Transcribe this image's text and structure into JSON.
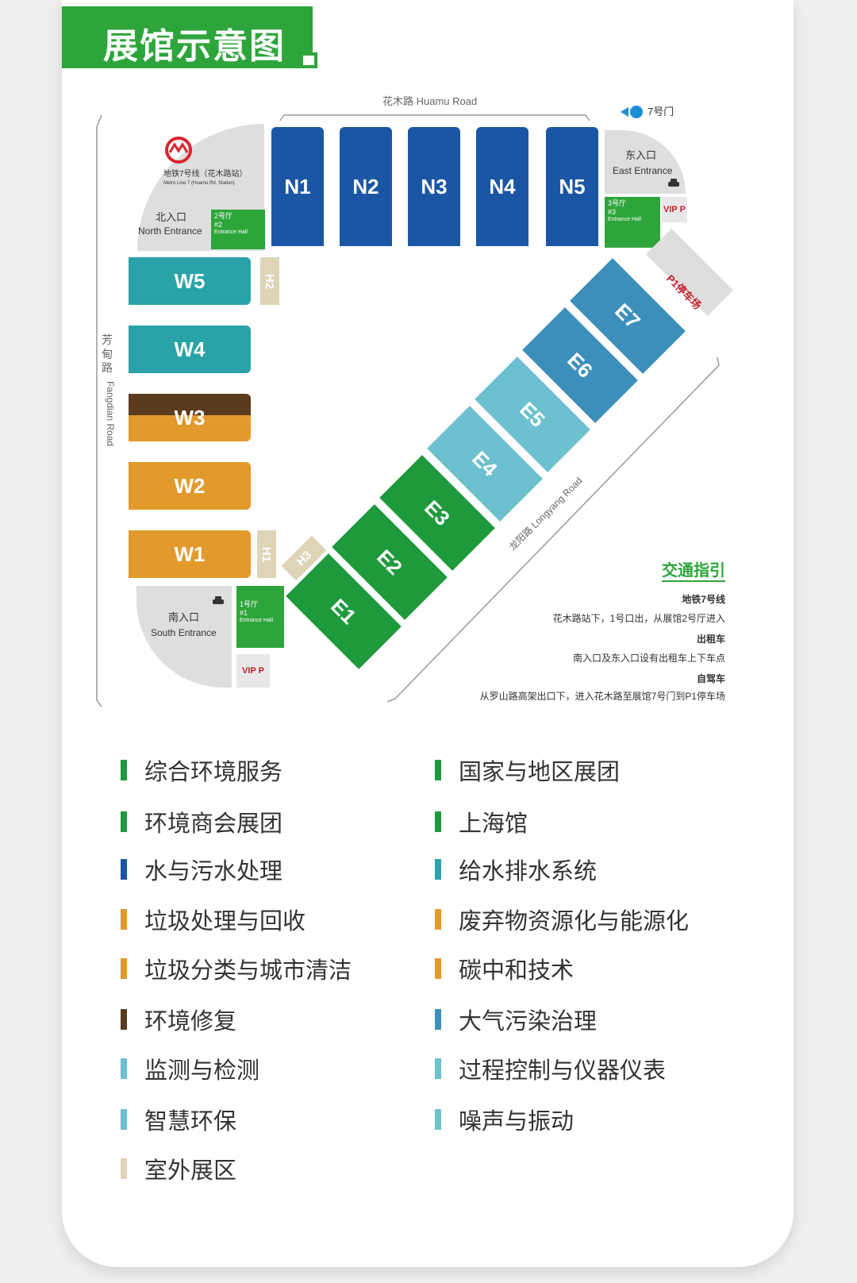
{
  "title": "展馆示意图",
  "roads": {
    "north": "花木路  Huamu Road",
    "west": "芳甸路",
    "west_en": "Fangdian Road",
    "southeast": "龙阳路  Longyang Road"
  },
  "gate7": "7号门",
  "metro": {
    "label": "地铁7号线（花木路站）",
    "sub": "Metro Line 7 (Huamu Rd. Station)"
  },
  "entrances": {
    "north": {
      "zh": "北入口",
      "en": "North Entrance"
    },
    "east": {
      "zh": "东入口",
      "en": "East Entrance"
    },
    "south": {
      "zh": "南入口",
      "en": "South Entrance"
    }
  },
  "entrance_halls": {
    "h1": {
      "zh": "1号厅",
      "num": "#1",
      "en": "Entrance Hall"
    },
    "h2": {
      "zh": "2号厅",
      "num": "#2",
      "en": "Entrance Hall"
    },
    "h3": {
      "zh": "3号厅",
      "num": "#3",
      "en": "Entrance Hall"
    }
  },
  "vip": "VIP P",
  "p1": "P1停车场",
  "halls": {
    "north": [
      "N1",
      "N2",
      "N3",
      "N4",
      "N5"
    ],
    "west": [
      "W5",
      "W4",
      "W3",
      "W2",
      "W1"
    ],
    "east": [
      "E7",
      "E6",
      "E5",
      "E4",
      "E3",
      "E2",
      "E1"
    ],
    "outdoor": [
      "H2",
      "H1",
      "H3"
    ]
  },
  "colors": {
    "green": "#1e9a3d",
    "blue": "#1b56a4",
    "teal": "#2aa3a8",
    "orange": "#e39a2c",
    "brown": "#5a3b1e",
    "light_blue": "#6cc0cf",
    "mid_blue": "#3d8fbb",
    "beige": "#ded5b8"
  },
  "traffic": {
    "title": "交通指引",
    "metro_title": "地铁7号线",
    "metro_text": "花木路站下，1号口出，从展馆2号厅进入",
    "taxi_title": "出租车",
    "taxi_text": "南入口及东入口设有出租车上下车点",
    "car_title": "自驾车",
    "car_text": "从罗山路高架出口下，进入花木路至展馆7号门到P1停车场"
  },
  "legend": [
    {
      "text": "综合环境服务",
      "color": "#1e9a3d"
    },
    {
      "text": "国家与地区展团",
      "color": "#1e9a3d"
    },
    {
      "text": "环境商会展团",
      "color": "#1e9a3d"
    },
    {
      "text": "上海馆",
      "color": "#1e9a3d"
    },
    {
      "text": "水与污水处理",
      "color": "#1b56a4"
    },
    {
      "text": "给水排水系统",
      "color": "#2aa3a8"
    },
    {
      "text": "垃圾处理与回收",
      "color": "#e39a2c"
    },
    {
      "text": "废弃物资源化与能源化",
      "color": "#e39a2c"
    },
    {
      "text": "垃圾分类与城市清洁",
      "color": "#e39a2c"
    },
    {
      "text": "碳中和技术",
      "color": "#e39a2c"
    },
    {
      "text": "环境修复",
      "color": "#5a3b1e"
    },
    {
      "text": "大气污染治理",
      "color": "#3d8fbb"
    },
    {
      "text": "监测与检测",
      "color": "#6cc0cf"
    },
    {
      "text": "过程控制与仪器仪表",
      "color": "#6cc0cf"
    },
    {
      "text": "智慧环保",
      "color": "#6cc0cf"
    },
    {
      "text": "噪声与振动",
      "color": "#6cc0cf"
    },
    {
      "text": "室外展区",
      "color": "#ded5b8"
    }
  ]
}
